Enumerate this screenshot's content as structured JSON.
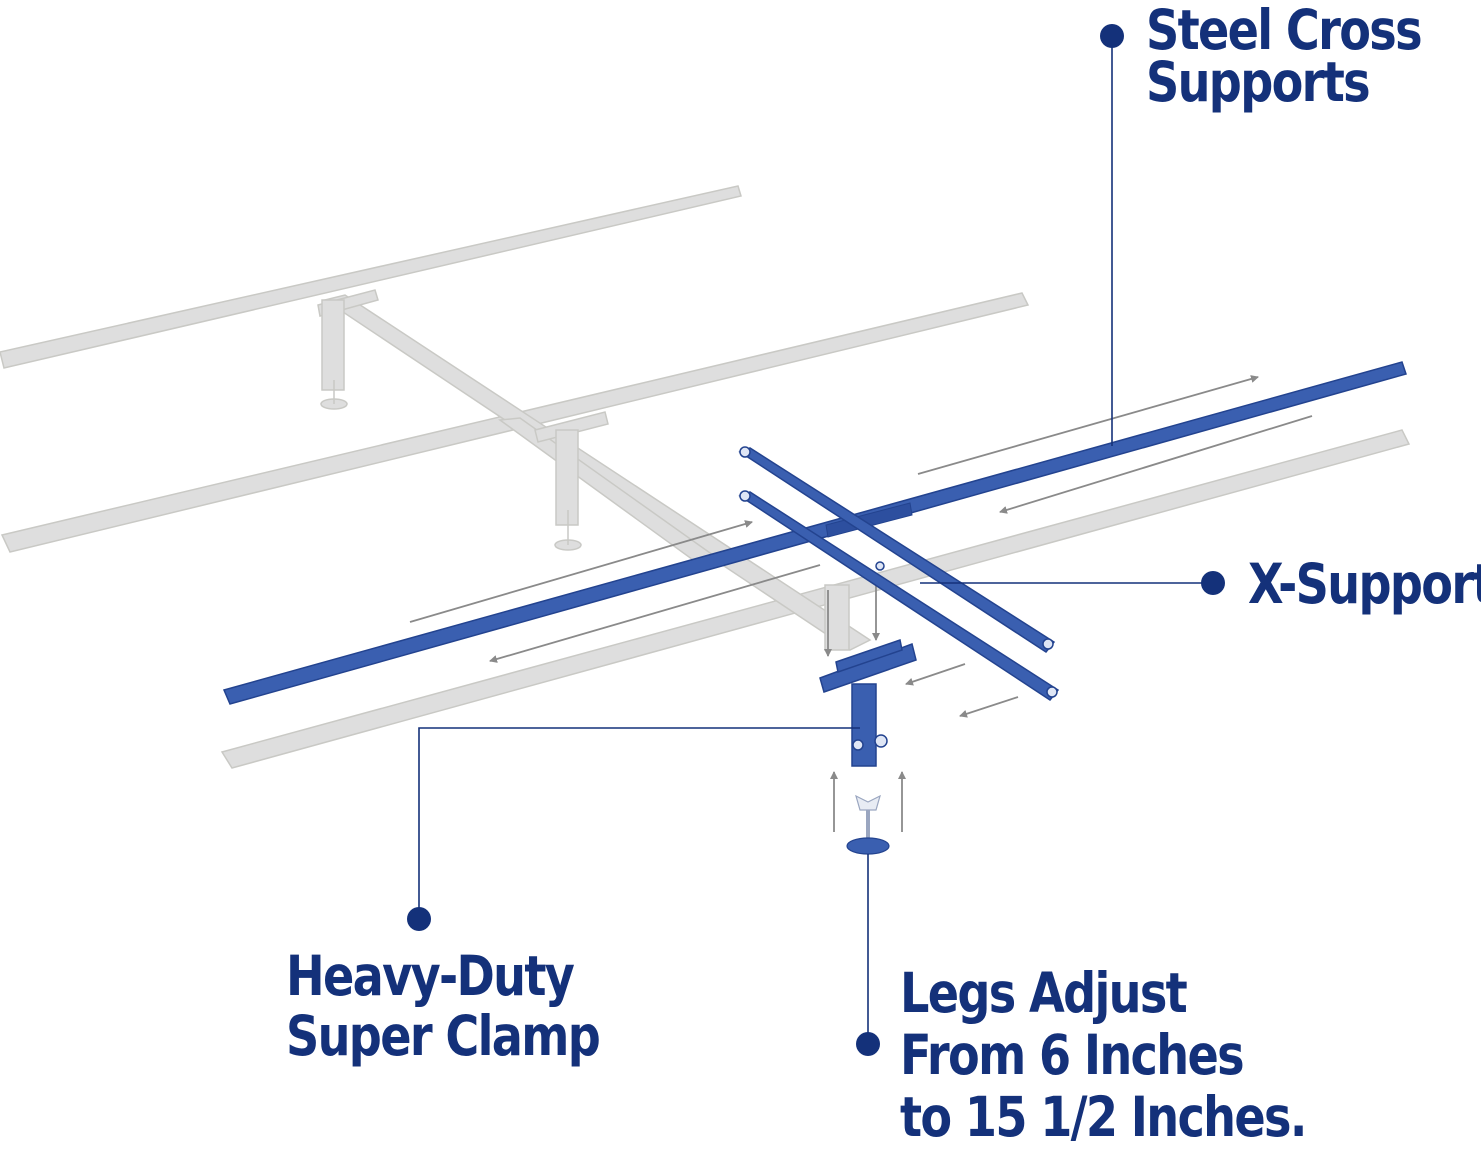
{
  "colors": {
    "accent_blue": "#3a5fb0",
    "accent_blue_dark": "#23438f",
    "label_navy": "#14317a",
    "frame_gray": "#dcdcd8",
    "frame_gray_dark": "#c6c6c2",
    "arrow_gray": "#8a8a8a"
  },
  "callouts": {
    "steel_cross": {
      "line1": "Steel Cross",
      "line2": "Supports"
    },
    "x_support": {
      "line1": "X-Support"
    },
    "clamp": {
      "line1": "Heavy-Duty",
      "line2": "Super Clamp"
    },
    "legs": {
      "line1": "Legs Adjust",
      "line2": "From 6 Inches",
      "line3": "to 15 1/2 Inches."
    }
  }
}
